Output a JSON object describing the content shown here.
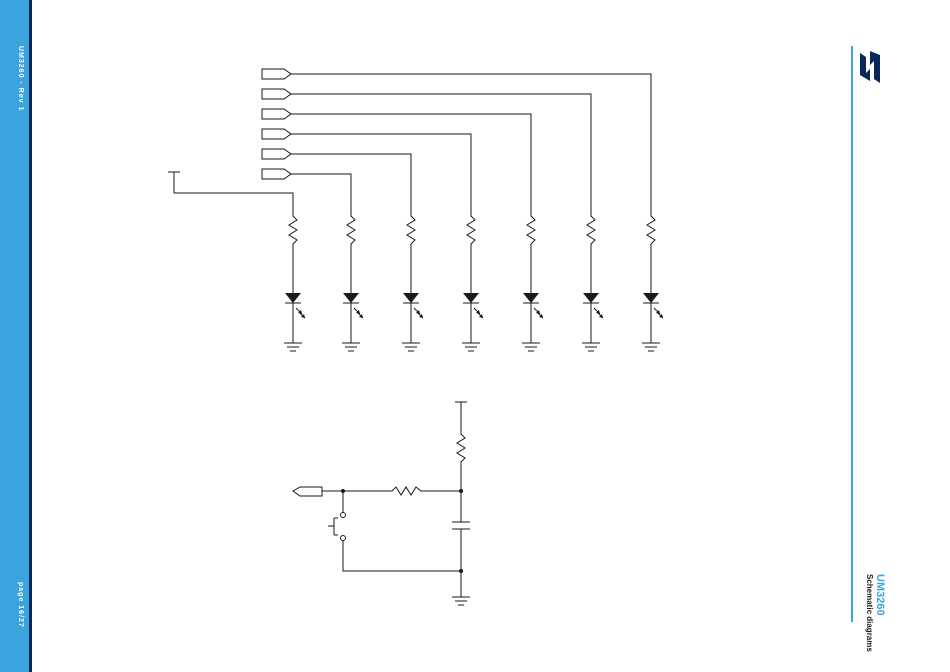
{
  "document": {
    "revision_line": "UM3260 - Rev 1",
    "page_label": "page 16/27",
    "doc_id": "UM3260",
    "section_title": "Schematic diagrams"
  },
  "brand": {
    "logo": "st-logo",
    "accent_color": "#3ca4dc",
    "dark_color": "#06275a"
  },
  "schematic": {
    "led_channels": 7,
    "net_ports": 6,
    "components": [
      "resistor",
      "led",
      "ground",
      "push-button",
      "capacitor",
      "net-port"
    ]
  }
}
